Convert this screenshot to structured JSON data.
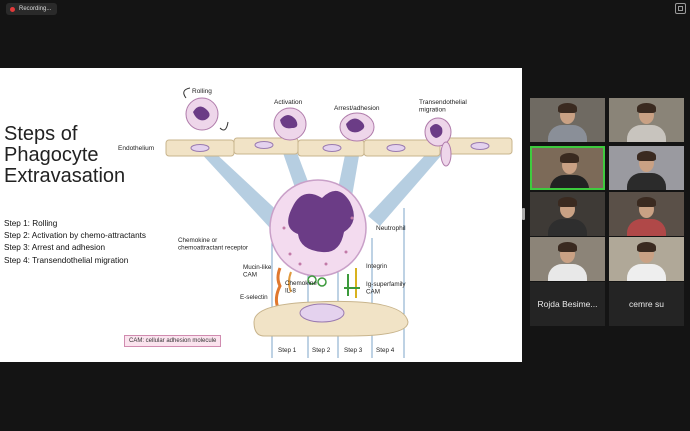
{
  "recording": {
    "label": "Recording..."
  },
  "slide": {
    "title": "Steps of\nPhagocyte\nExtravasation",
    "steps": [
      "Step 1: Rolling",
      "Step 2: Activation by chemo-attractants",
      "Step 3: Arrest and adhesion",
      "Step 4: Transendothelial migration"
    ],
    "figure": {
      "stages": [
        "Rolling",
        "Activation",
        "Arrest/adhesion",
        "Transendothelial\nmigration"
      ],
      "labels": {
        "endothelium": "Endothelium",
        "neutrophil": "Neutrophil",
        "receptor": "Chemokine or\nchemoattractant receptor",
        "mucin": "Mucin-like\nCAM",
        "eselectin": "E-selectin",
        "chemokine": "Chemokine\nIL-8",
        "integrin": "Integrin",
        "igsf": "Ig-superfamily\nCAM"
      },
      "step_labels": [
        "Step 1",
        "Step 2",
        "Step 3",
        "Step 4"
      ],
      "cam_note": "CAM: cellular adhesion molecule"
    }
  },
  "participants": [
    {
      "name": "",
      "active": false,
      "shirt": "#8a8f98",
      "wall": "#6f6a62"
    },
    {
      "name": "",
      "active": false,
      "shirt": "#c8c4be",
      "wall": "#8a8478"
    },
    {
      "name": "",
      "active": true,
      "shirt": "#222222",
      "wall": "#7c6a58"
    },
    {
      "name": "",
      "active": false,
      "shirt": "#2b2b2b",
      "wall": "#9a9aa0"
    },
    {
      "name": "",
      "active": false,
      "shirt": "#2e2e2e",
      "wall": "#3e3a36"
    },
    {
      "name": "",
      "active": false,
      "shirt": "#b04848",
      "wall": "#5a5048"
    },
    {
      "name": "",
      "active": false,
      "shirt": "#e8e8e8",
      "wall": "#8c8478"
    },
    {
      "name": "",
      "active": false,
      "shirt": "#eeeeee",
      "wall": "#b0a898"
    },
    {
      "name": "Rojda Besime...",
      "active": false
    },
    {
      "name": "cemre su",
      "active": false
    }
  ],
  "colors": {
    "active_speaker": "#3ecb3e",
    "cell_membrane": "#c9a0c8",
    "nucleus": "#6b3c86",
    "endothelium": "#f1e3c6"
  }
}
